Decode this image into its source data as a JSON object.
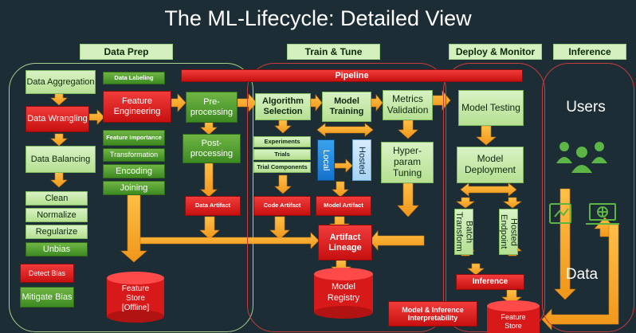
{
  "title": "The ML-Lifecycle: Detailed View",
  "headers": {
    "data_prep": "Data Prep",
    "train_tune": "Train & Tune",
    "deploy_monitor": "Deploy & Monitor",
    "inference": "Inference"
  },
  "pipeline": "Pipeline",
  "data_prep": {
    "data_aggregation": "Data Aggregation",
    "data_wrangling": "Data Wrangling",
    "data_balancing": "Data Balancing",
    "clean": "Clean",
    "normalize": "Normalize",
    "regularize": "Regularize",
    "unbias": "Unbias",
    "detect_bias": "Detect Bias",
    "mitigate_bias": "Mitigate Bias",
    "data_labeling": "Data Labeling",
    "feature_engineering": "Feature Engineering",
    "feature_importance": "Feature Importance",
    "transformation": "Transformation",
    "encoding": "Encoding",
    "joining": "Joining",
    "pre_processing": "Pre-processing",
    "post_processing": "Post-processing",
    "data_artifact": "Data Artifact",
    "feature_store_offline_line1": "Feature",
    "feature_store_offline_line2": "Store",
    "feature_store_offline_line3": "[Offline]"
  },
  "train_tune": {
    "algorithm_selection": "Algorithm Selection",
    "experiments": "Experiments",
    "trials": "Trials",
    "trial_components": "Trial Components",
    "code_artifact": "Code Artifact",
    "model_training": "Model Training",
    "local": "Local",
    "hosted": "Hosted",
    "model_artifact": "Model Artifact",
    "metrics_validation": "Metrics Validation",
    "hyper_param_tuning": "Hyper-param Tuning",
    "artifact_lineage": "Artifact Lineage",
    "model_registry_line1": "Model",
    "model_registry_line2": "Registry"
  },
  "deploy": {
    "model_testing": "Model Testing",
    "model_deployment": "Model Deployment",
    "batch_transform": "Batch Transform",
    "hosted_endpoint": "Hosted Endpoint",
    "inference": "Inference",
    "interpretability": "Model & Inference Interpretability",
    "feature_store_line1": "Feature",
    "feature_store_line2": "Store"
  },
  "inference": {
    "users": "Users",
    "data": "Data"
  },
  "icons": [
    "users-icon",
    "tablet-icon",
    "laptop-globe-icon"
  ],
  "colors": {
    "background": "#1c2d35",
    "light_green": "#c8ebad",
    "dark_green": "#4a9a2c",
    "red": "#e01f1f",
    "arrow_orange": "#f5a623",
    "blue": "#1f86dd"
  }
}
